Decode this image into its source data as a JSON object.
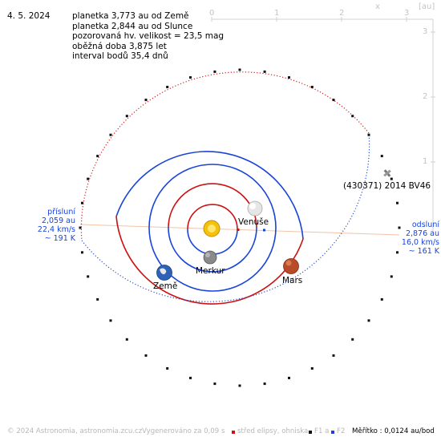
{
  "header": {
    "date": "4. 5. 2024",
    "lines": [
      "planetka 3,773 au od Země",
      "planetka 2,844 au od Slunce",
      "pozorovaná hv. velikost = 23,5 mag",
      "oběžná doba 3,875 let",
      "interval bodů 35,4 dnů"
    ]
  },
  "axes": {
    "x_label": "x",
    "unit_label": "[au]",
    "x_ticks": [
      "0",
      "1",
      "2",
      "3"
    ],
    "y_ticks": [
      "3",
      "2",
      "1"
    ]
  },
  "bodies": {
    "venus": "Venuše",
    "mercury": "Merkur",
    "earth": "Země",
    "mars": "Mars",
    "asteroid": "(430371) 2014 BV46"
  },
  "perihelion": {
    "title": "přísluní",
    "distance": "2,059 au",
    "speed": "22,4 km/s",
    "temp": "~ 191 K"
  },
  "aphelion": {
    "title": "odsluní",
    "distance": "2,876 au",
    "speed": "16,0 km/s",
    "temp": "~ 161 K"
  },
  "footer": {
    "copyright": "© 2024 Astronomia, astronomia.zcu.cz",
    "generated": "Vygenerováno za 0,09 s",
    "legend_center": "střed elipsy, ohniska",
    "legend_f1": "F1 a",
    "legend_f2": "F2",
    "scale": "Měřítko : 0,0124 au/bod"
  },
  "colors": {
    "orbit_red": "#cc1111",
    "orbit_blue": "#1a44d8",
    "asteroid_orbit_red": "#cc2222",
    "asteroid_orbit_blue": "#2a4fd8",
    "apsis_line": "#f0c4a8",
    "axis": "#d2d2d2"
  }
}
